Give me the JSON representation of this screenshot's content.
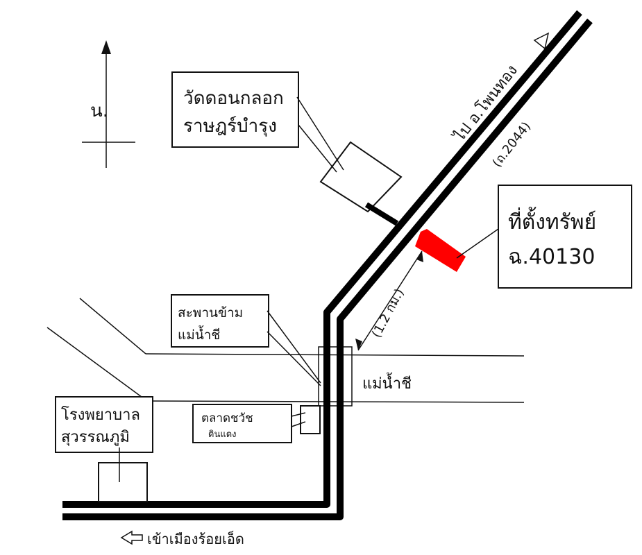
{
  "north_label": "น.",
  "temple": {
    "line1": "วัดดอนกลอก",
    "line2": "ราษฎร์บำรุง"
  },
  "road_to": "ไป อ.โพนทอง",
  "road_code": "(ถ.2044)",
  "property": {
    "line1": "ที่ตั้งทรัพย์",
    "line2": "ฉ.40130",
    "marker_color": "#ff0000"
  },
  "distance": "(1.2 กม.)",
  "bridge": {
    "line1": "สะพานข้าม",
    "line2": "แม่น้ำชี"
  },
  "river": "แม่น้ำชี",
  "market": {
    "line1": "ตลาดชวัช",
    "line2": "ดินแดง"
  },
  "hospital": {
    "line1": "โรงพยาบาล",
    "line2": "สุวรรณภูมิ"
  },
  "city_direction": "เข้าเมืองร้อยเอ็ด"
}
